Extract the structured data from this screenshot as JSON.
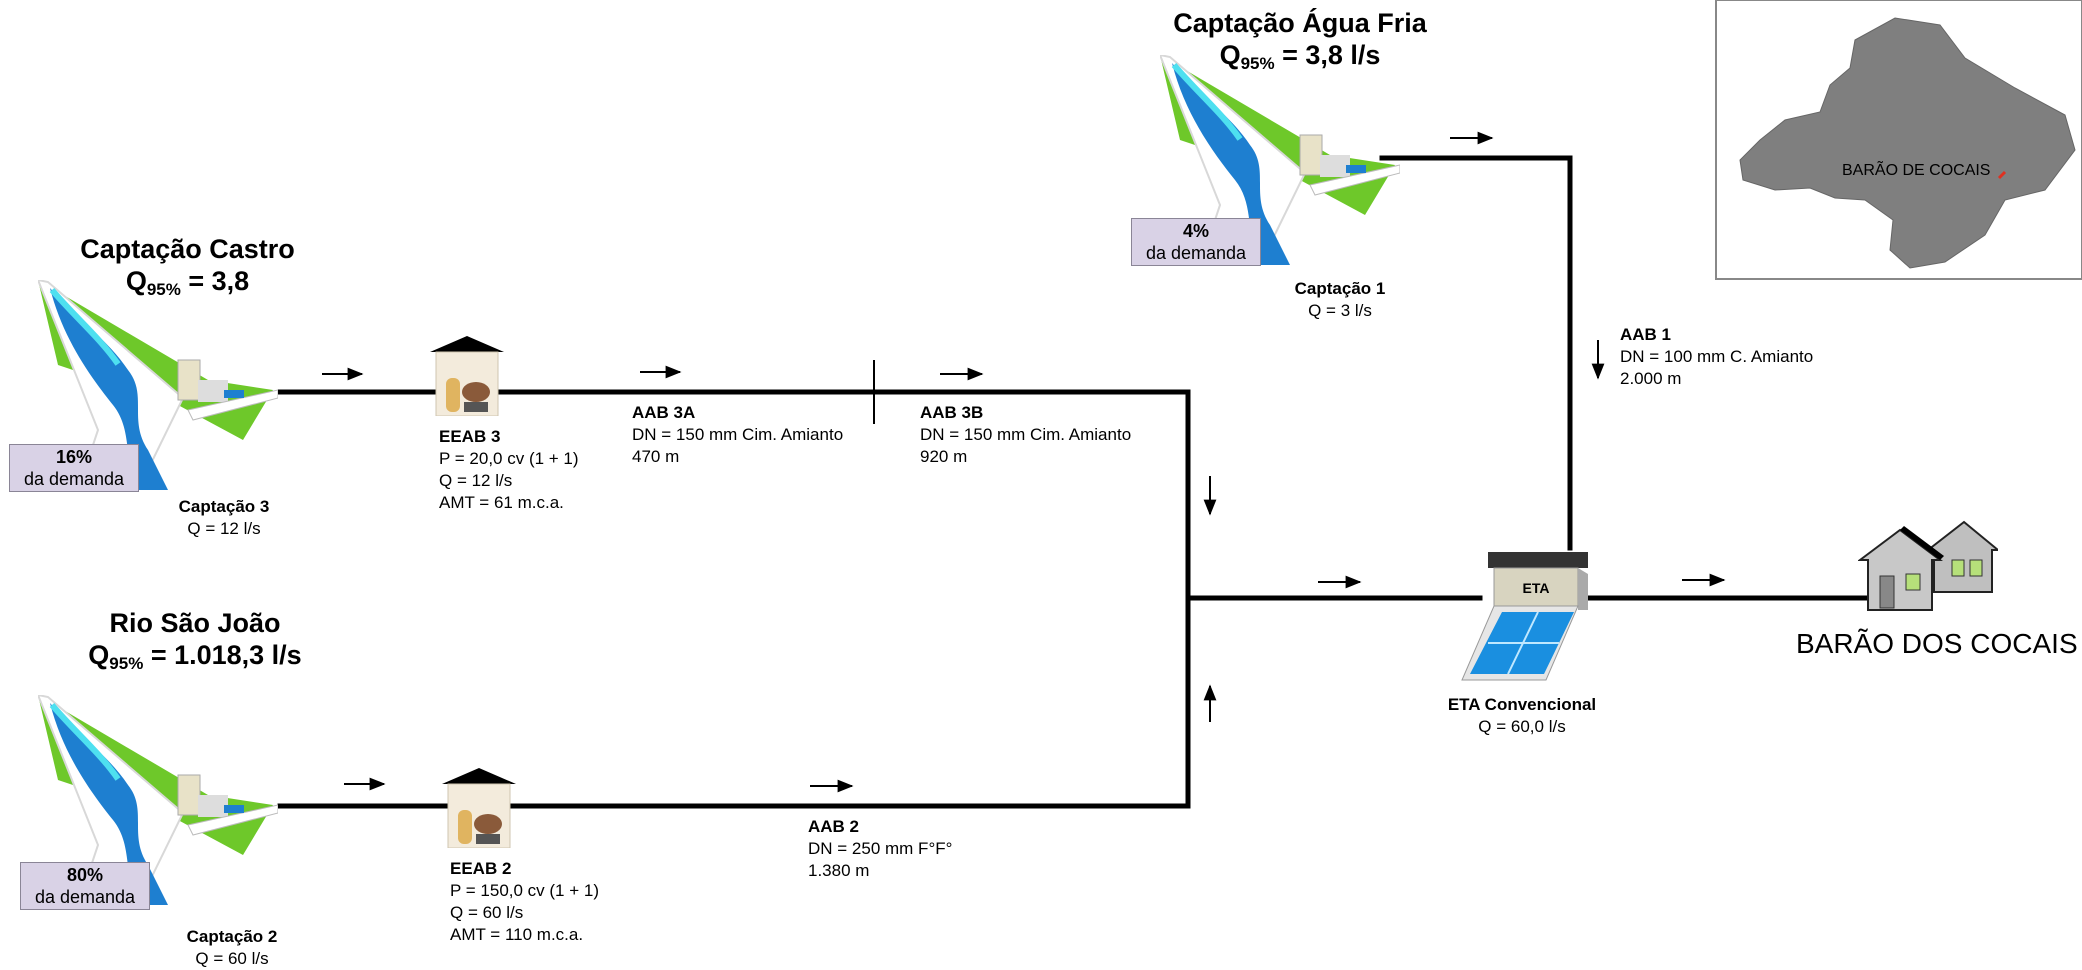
{
  "captacao_agua_fria": {
    "title": "Captação Água Fria",
    "q_prefix": "Q",
    "q_sub": "95%",
    "q_value": " = 3,8 l/s",
    "demand_pct": "4%",
    "demand_text": "da demanda",
    "name": "Captação 1",
    "flow": "Q = 3 l/s"
  },
  "captacao_castro": {
    "title": "Captação Castro",
    "q_prefix": "Q",
    "q_sub": "95%",
    "q_value": " = 3,8",
    "demand_pct": "16%",
    "demand_text": "da demanda",
    "name": "Captação 3",
    "flow": "Q = 12 l/s"
  },
  "rio_sao_joao": {
    "title": "Rio São João",
    "q_prefix": "Q",
    "q_sub": "95%",
    "q_value": " = 1.018,3 l/s",
    "demand_pct": "80%",
    "demand_text": "da demanda",
    "name": "Captação 2",
    "flow": "Q = 60 l/s"
  },
  "eeab3": {
    "name": "EEAB 3",
    "power": "P = 20,0 cv (1 + 1)",
    "flow": "Q = 12 l/s",
    "amt": "AMT = 61 m.c.a."
  },
  "eeab2": {
    "name": "EEAB 2",
    "power": "P = 150,0 cv (1 + 1)",
    "flow": "Q = 60 l/s",
    "amt": "AMT = 110 m.c.a."
  },
  "aab3a": {
    "name": "AAB 3A",
    "dn": "DN = 150 mm Cim. Amianto",
    "length": "470 m"
  },
  "aab3b": {
    "name": "AAB 3B",
    "dn": "DN = 150 mm Cim. Amianto",
    "length": "920 m"
  },
  "aab2": {
    "name": "AAB 2",
    "dn": "DN = 250 mm F°F°",
    "length": "1.380 m"
  },
  "aab1": {
    "name": "AAB 1",
    "dn": "DN = 100 mm C. Amianto",
    "length": "2.000 m"
  },
  "eta": {
    "icon_label": "ETA",
    "name": "ETA Convencional",
    "flow": "Q = 60,0 l/s"
  },
  "city": {
    "name": "BARÃO DOS COCAIS"
  },
  "map": {
    "label": "BARÃO DE COCAIS"
  }
}
